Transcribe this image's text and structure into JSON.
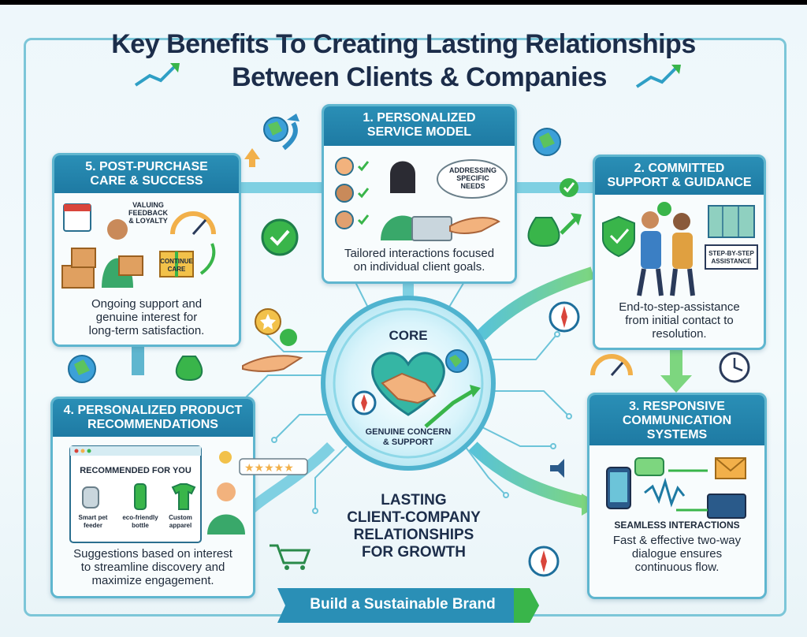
{
  "title": {
    "line1": "Key Benefits To Creating Lasting Relationships",
    "line2": "Between Clients & Companies"
  },
  "cards": {
    "personalized_service": {
      "heading_line1": "1. PERSONALIZED",
      "heading_line2": "SERVICE MODEL",
      "bubble_line1": "ADDRESSING",
      "bubble_line2": "SPECIFIC",
      "bubble_line3": "NEEDS",
      "desc_line1": "Tailored interactions focused",
      "desc_line2": "on individual client goals."
    },
    "committed_support": {
      "heading_line1": "2. COMMITTED",
      "heading_line2": "SUPPORT & GUIDANCE",
      "sign_line1": "STEP-BY-STEP",
      "sign_line2": "ASSISTANCE",
      "desc_line1": "End-to-step-assistance",
      "desc_line2": "from initial contact to",
      "desc_line3": "resolution."
    },
    "responsive_communication": {
      "heading_line1": "3. RESPONSIVE",
      "heading_line2": "COMMUNICATION",
      "heading_line3": "SYSTEMS",
      "sub_label": "SEAMLESS INTERACTIONS",
      "desc_line1": "Fast & effective two-way",
      "desc_line2": "dialogue ensures",
      "desc_line3": "continuous flow."
    },
    "product_recommendations": {
      "heading_line1": "4. PERSONALIZED PRODUCT",
      "heading_line2": "RECOMMENDATIONS",
      "panel_title": "RECOMMENDED FOR YOU",
      "products": [
        {
          "line1": "Smart pet",
          "line2": "feeder"
        },
        {
          "line1": "eco-friendly",
          "line2": "bottle"
        },
        {
          "line1": "Custom",
          "line2": "apparel"
        }
      ],
      "desc_line1": "Suggestions based on interest",
      "desc_line2": "to streamline discovery and",
      "desc_line3": "maximize engagement."
    },
    "post_purchase": {
      "heading_line1": "5. POST-PURCHASE",
      "heading_line2": "CARE & SUCCESS",
      "label_feedback_line1": "VALUING",
      "label_feedback_line2": "FEEDBACK",
      "label_feedback_line3": "& LOYALTY",
      "label_care_line1": "CONTINUE",
      "label_care_line2": "CARE",
      "desc_line1": "Ongoing support and",
      "desc_line2": "genuine interest for",
      "desc_line3": "long-term satisfaction."
    }
  },
  "hub": {
    "core_label": "CORE",
    "concern_line1": "GENUINE CONCERN",
    "concern_line2": "& SUPPORT"
  },
  "outcome": {
    "line1": "LASTING",
    "line2": "CLIENT-COMPANY",
    "line3": "RELATIONSHIPS",
    "line4": "FOR GROWTH"
  },
  "banner": {
    "label": "Build a Sustainable Brand"
  },
  "colors": {
    "header_blue": "#1e7aa3",
    "accent_green": "#39b54a",
    "frame_teal": "#7cc6d8",
    "dark_text": "#1c2d4a"
  }
}
